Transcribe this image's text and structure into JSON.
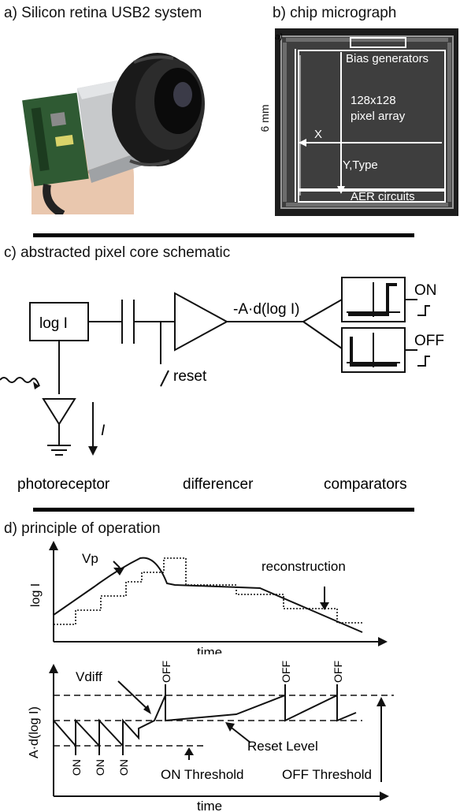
{
  "panel_a": {
    "title": "a) Silicon retina USB2 system"
  },
  "panel_b": {
    "title": "b) chip micrograph",
    "corner_label": "a)",
    "labels": {
      "bias": "Bias generators",
      "array_line1": "128x128",
      "array_line2": "pixel array",
      "x": "X",
      "ytype": "Y,Type",
      "aer": "AER circuits",
      "size": "6 mm"
    }
  },
  "panel_c": {
    "title": "c) abstracted pixel core schematic",
    "logI": "log I",
    "reset": "reset",
    "I_label": "I",
    "formula": "-A·d(log I)",
    "on": "ON",
    "off": "OFF",
    "photoreceptor": "photoreceptor",
    "differencer": "differencer",
    "comparators": "comparators"
  },
  "panel_d": {
    "title": "d) principle of operation",
    "top": {
      "ylabel": "log I",
      "xlabel": "time",
      "vp": "Vp",
      "reconstruction": "reconstruction"
    },
    "bottom": {
      "ylabel": "A·d(log I)",
      "xlabel": "time",
      "vdiff": "Vdiff",
      "off_events": [
        "OFF",
        "OFF",
        "OFF"
      ],
      "on_events": [
        "ON",
        "ON",
        "ON"
      ],
      "reset_level": "Reset Level",
      "on_threshold": "ON Threshold",
      "off_threshold": "OFF Threshold"
    }
  }
}
